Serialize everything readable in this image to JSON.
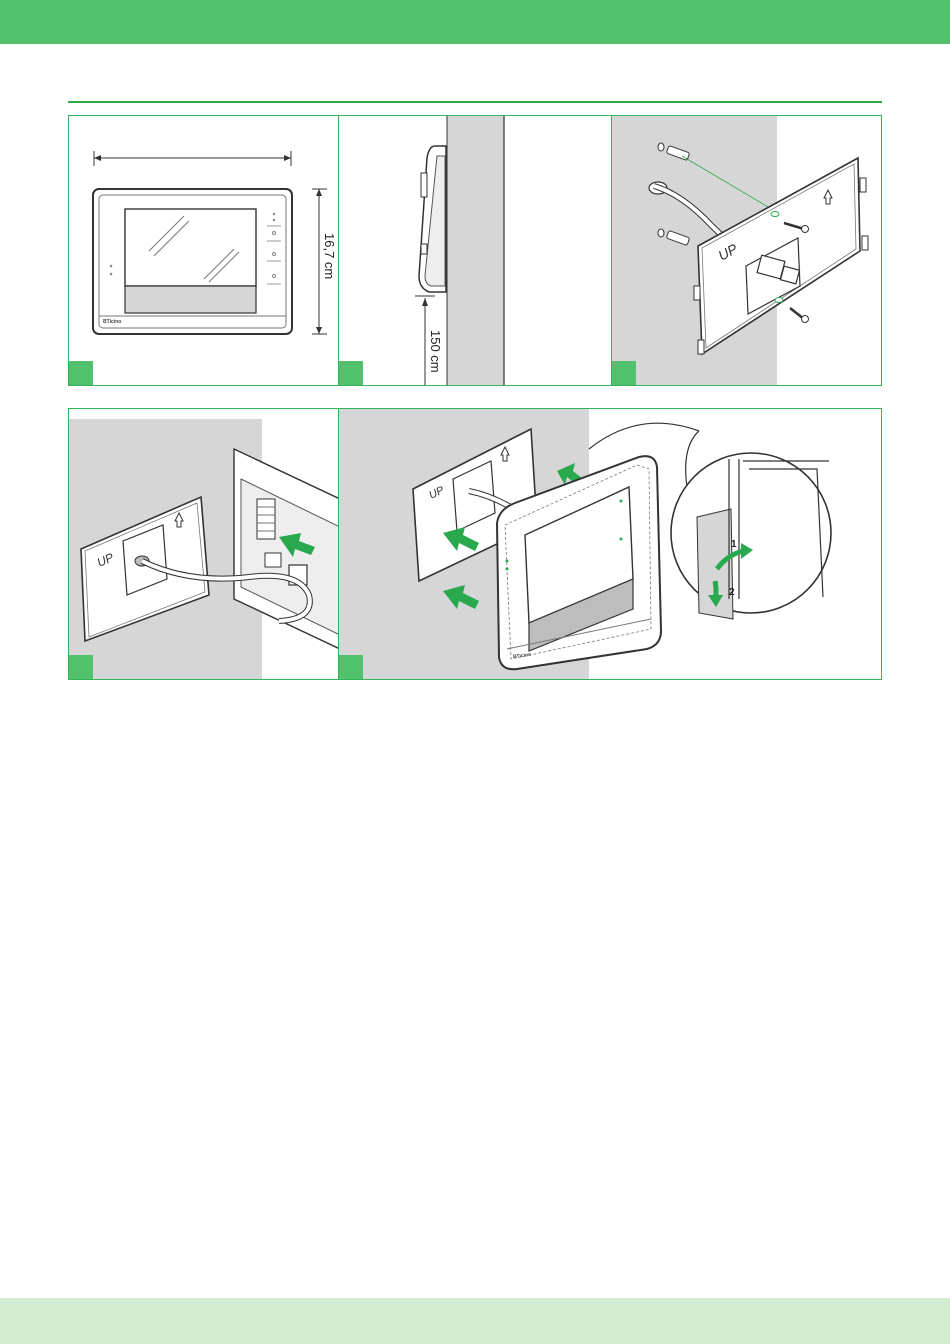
{
  "header": {
    "bar_color": "#52c16d"
  },
  "footer": {
    "bar_color": "#d3ecd2"
  },
  "figure": {
    "width_dimension": "",
    "height_dimension": "16,7 cm",
    "mount_height": "150 cm",
    "plate_label": "UP",
    "device_logo": "BTicino",
    "step_numbers": [
      "1",
      "2"
    ],
    "accent_color": "#2aa84e",
    "wall_color": "#d6d6d6"
  }
}
